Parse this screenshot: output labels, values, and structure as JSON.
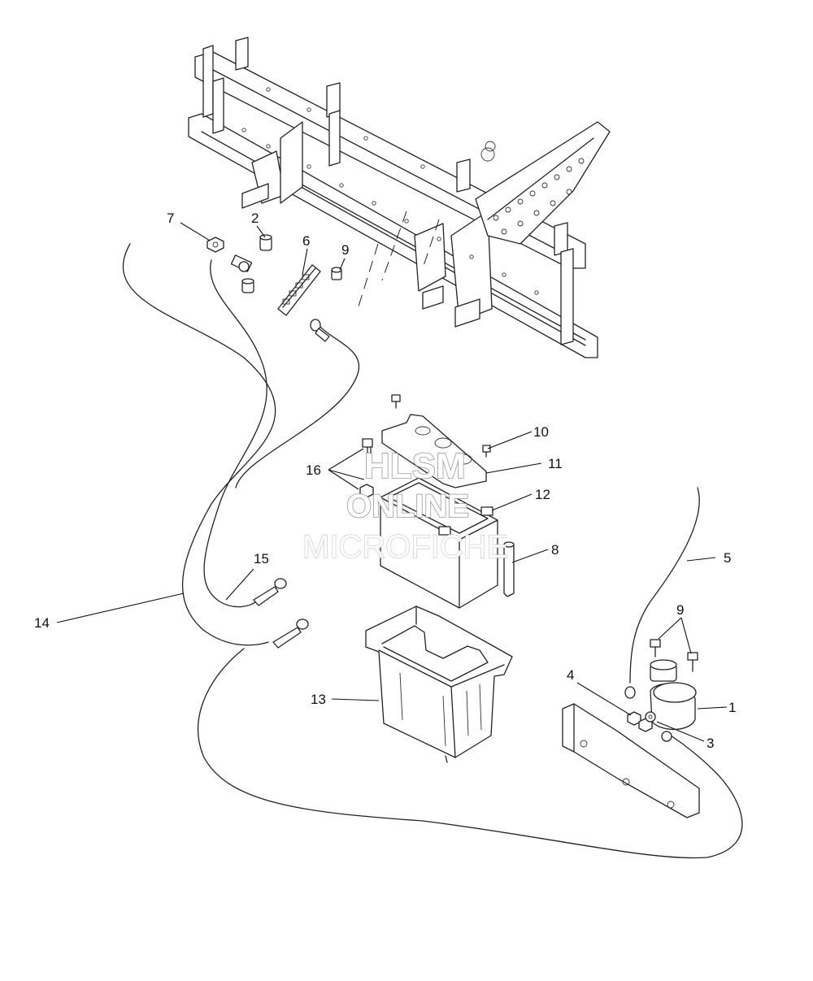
{
  "diagram": {
    "callouts": [
      {
        "label": "1"
      },
      {
        "label": "2"
      },
      {
        "label": "3"
      },
      {
        "label": "4"
      },
      {
        "label": "5"
      },
      {
        "label": "6"
      },
      {
        "label": "7"
      },
      {
        "label": "8"
      },
      {
        "label": "9"
      },
      {
        "label": "9"
      },
      {
        "label": "10"
      },
      {
        "label": "11"
      },
      {
        "label": "12"
      },
      {
        "label": "13"
      },
      {
        "label": "14"
      },
      {
        "label": "15"
      },
      {
        "label": "16"
      }
    ]
  },
  "watermark": {
    "line1": "HLSM",
    "line2": "ONLINE",
    "line3": "MICROFICHE"
  }
}
